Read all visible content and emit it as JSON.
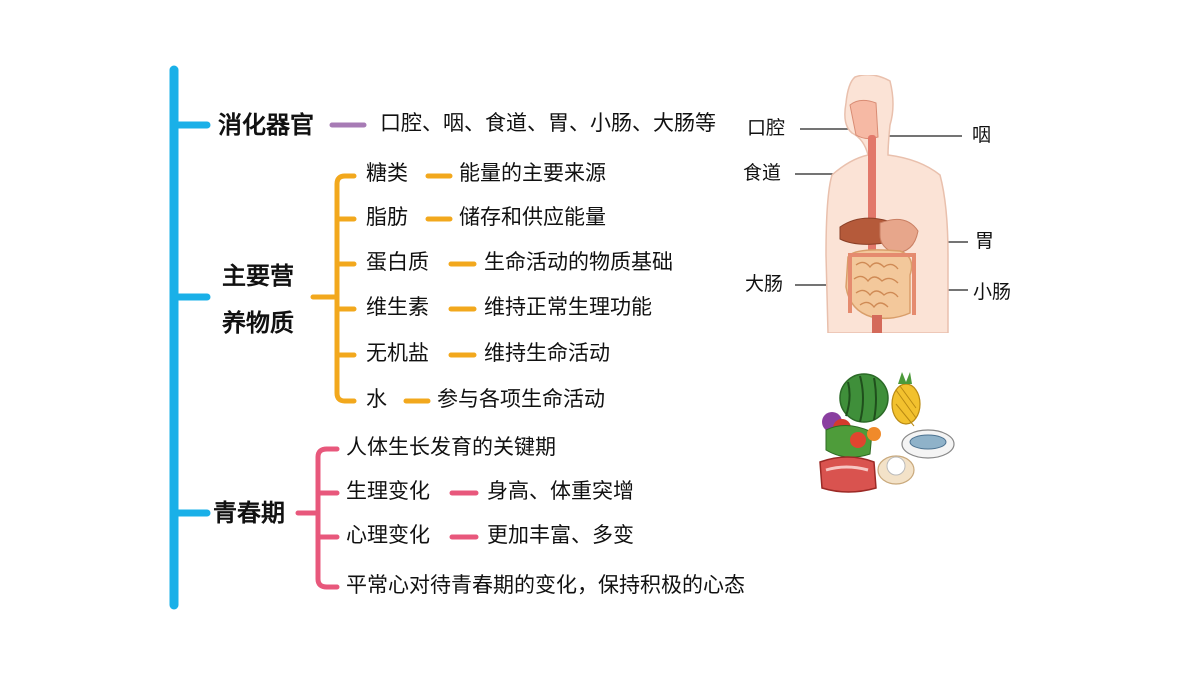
{
  "colors": {
    "main_branch": "#1ab0e8",
    "organ_branch": "#a77bb5",
    "nutrient_branch": "#f2a81d",
    "puberty_branch": "#e8587c"
  },
  "organs": {
    "title": "消化器官",
    "list": "口腔、咽、食道、胃、小肠、大肠等"
  },
  "nutrients": {
    "title_line1": "主要营",
    "title_line2": "养物质",
    "items": [
      {
        "name": "糖类",
        "desc": "能量的主要来源"
      },
      {
        "name": "脂肪",
        "desc": "储存和供应能量"
      },
      {
        "name": "蛋白质",
        "desc": "生命活动的物质基础"
      },
      {
        "name": "维生素",
        "desc": "维持正常生理功能"
      },
      {
        "name": "无机盐",
        "desc": "维持生命活动"
      },
      {
        "name": "水",
        "desc": "参与各项生命活动"
      }
    ]
  },
  "puberty": {
    "title": "青春期",
    "item1": "人体生长发育的关键期",
    "physical_name": "生理变化",
    "physical_desc": "身高、体重突增",
    "mental_name": "心理变化",
    "mental_desc": "更加丰富、多变",
    "attitude": "平常心对待青春期的变化，保持积极的心态"
  },
  "anatomy_labels": {
    "mouth": "口腔",
    "pharynx": "咽",
    "esophagus": "食道",
    "stomach": "胃",
    "large_intestine": "大肠",
    "small_intestine": "小肠"
  },
  "icons": {
    "digestive_system": "digestive-system-illustration",
    "food": "food-group-illustration"
  }
}
